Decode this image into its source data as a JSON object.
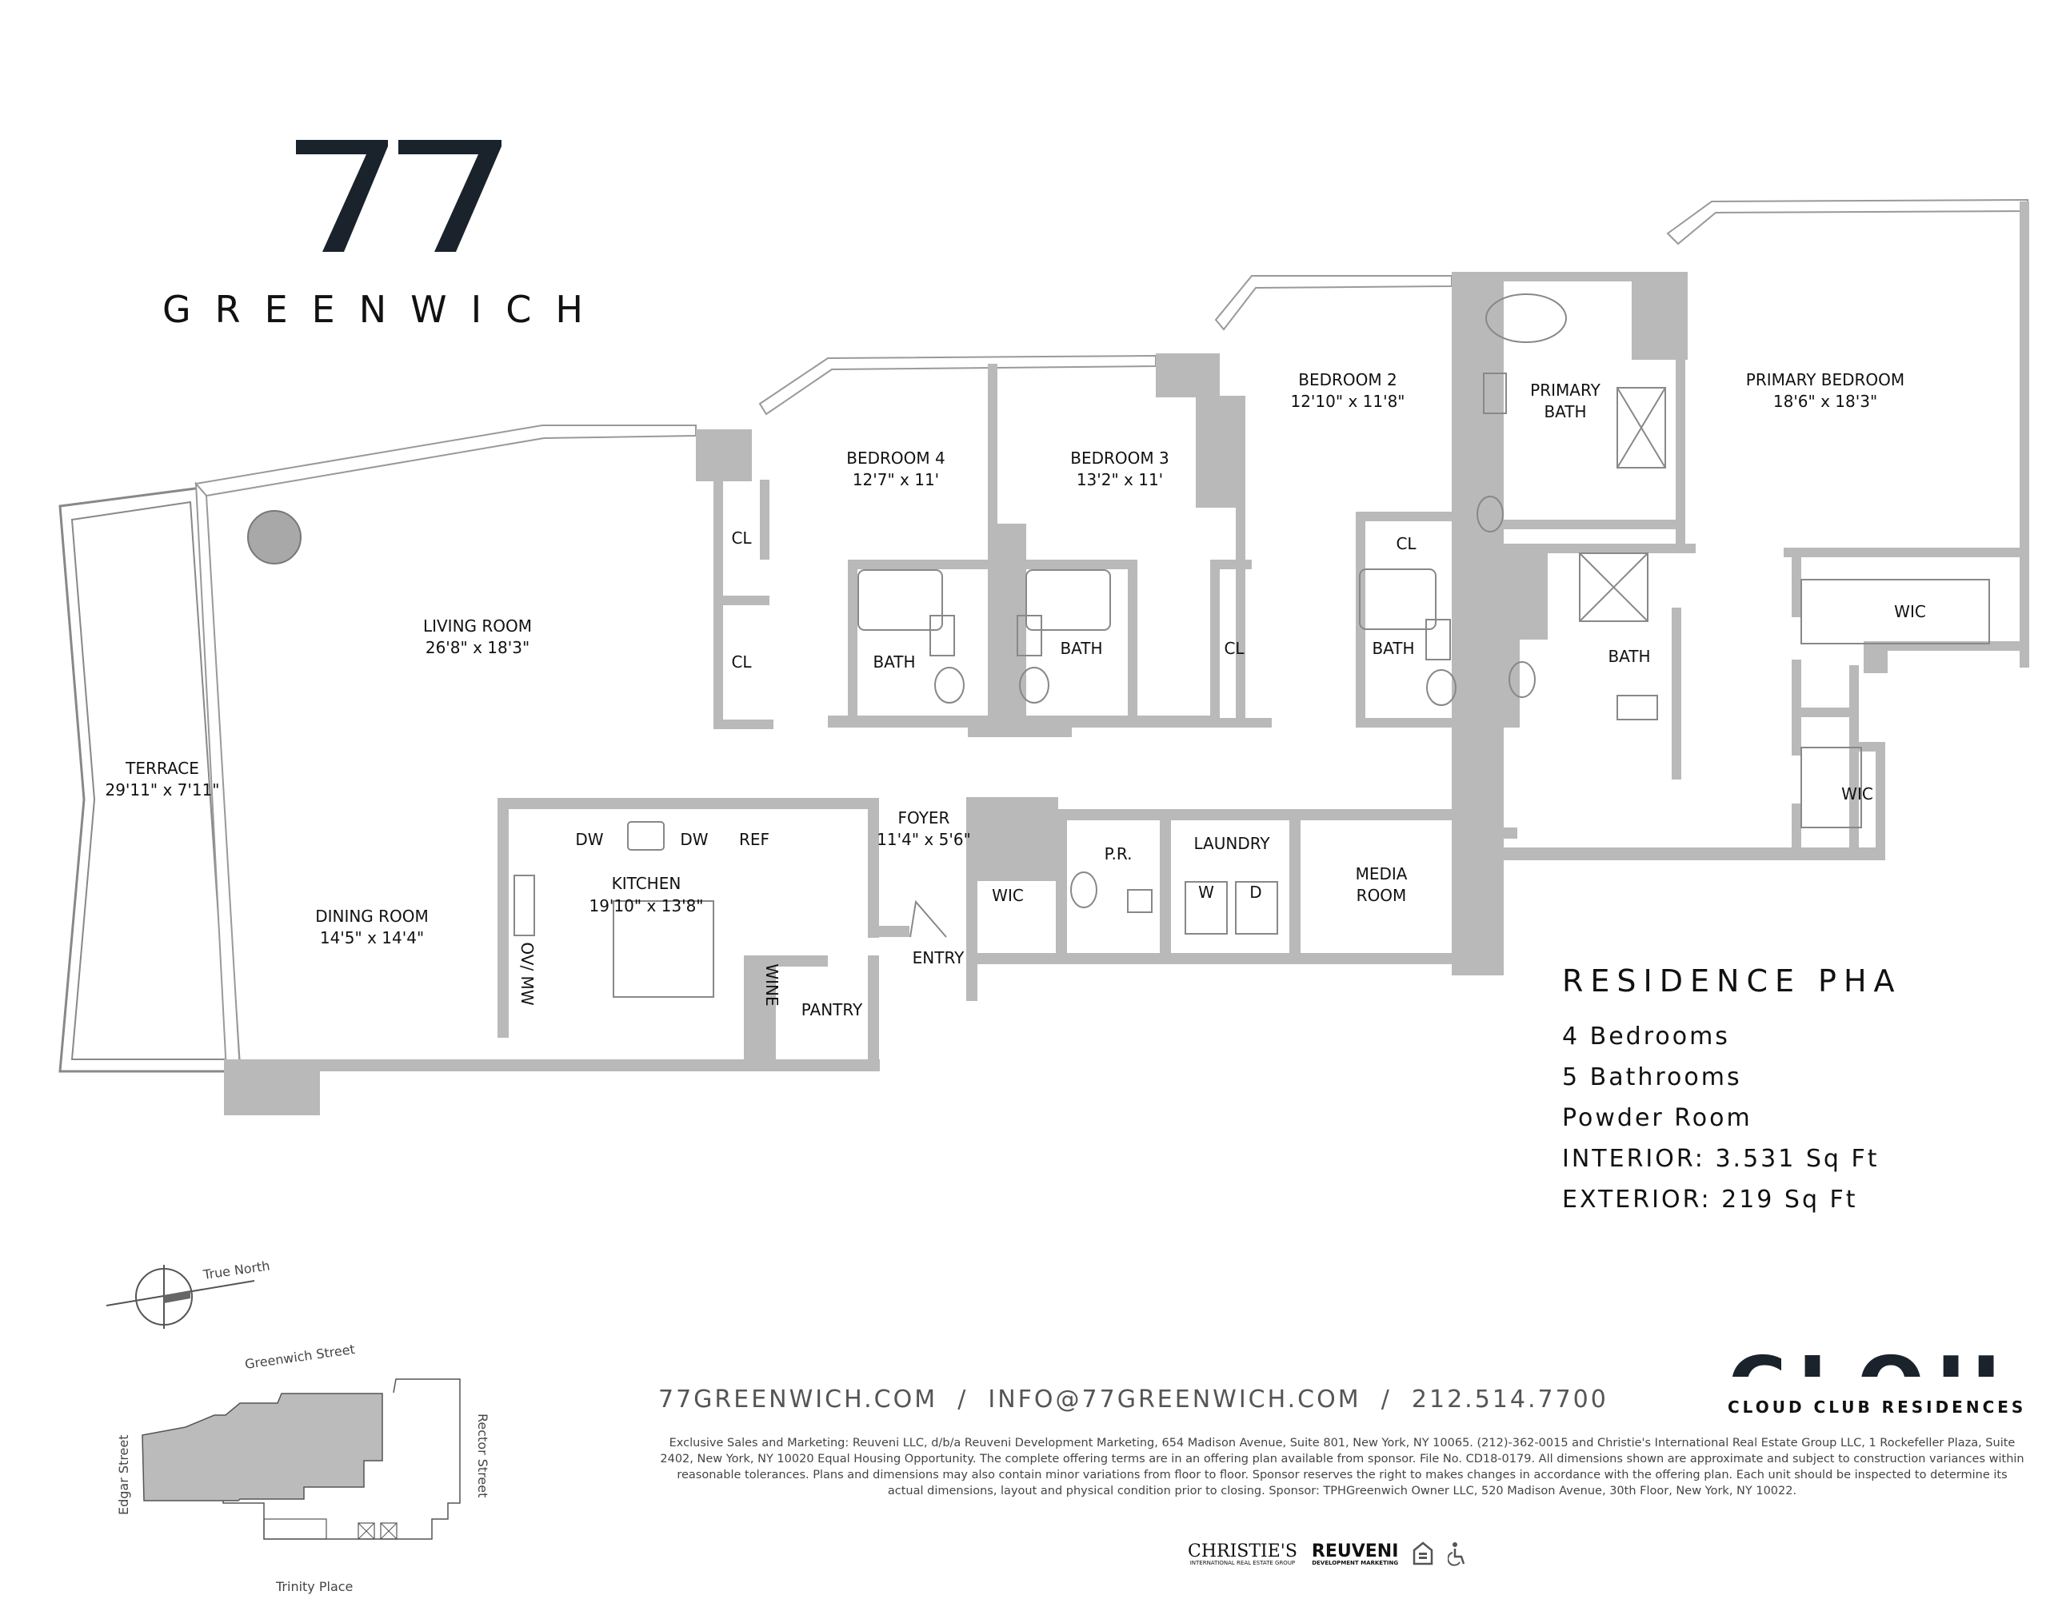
{
  "brand": {
    "logo_number": "77",
    "logo_word": "GREENWICH"
  },
  "colors": {
    "wall": "#b9b9b9",
    "ink": "#111111",
    "column": "#a8a8a8"
  },
  "rooms": {
    "terrace": {
      "name": "TERRACE",
      "dims": "29'11\" x 7'11\""
    },
    "living_room": {
      "name": "LIVING ROOM",
      "dims": "26'8\" x 18'3\""
    },
    "dining_room": {
      "name": "DINING ROOM",
      "dims": "14'5\" x 14'4\""
    },
    "kitchen": {
      "name": "KITCHEN",
      "dims": "19'10\" x 13'8\""
    },
    "foyer": {
      "name": "FOYER",
      "dims": "11'4\" x 5'6\""
    },
    "entry": {
      "name": "ENTRY"
    },
    "pantry": {
      "name": "PANTRY"
    },
    "bedroom4": {
      "name": "BEDROOM 4",
      "dims": "12'7\" x 11'"
    },
    "bedroom3": {
      "name": "BEDROOM 3",
      "dims": "13'2\" x 11'"
    },
    "bedroom2": {
      "name": "BEDROOM 2",
      "dims": "12'10\" x 11'8\""
    },
    "primary_bedroom": {
      "name": "PRIMARY BEDROOM",
      "dims": "18'6\" x 18'3\""
    },
    "primary_bath": {
      "name1": "PRIMARY",
      "name2": "BATH"
    },
    "bath_b4": {
      "name": "BATH"
    },
    "bath_b3": {
      "name": "BATH"
    },
    "bath_b2": {
      "name": "BATH"
    },
    "bath_5": {
      "name": "BATH"
    },
    "cl1": {
      "name": "CL"
    },
    "cl2": {
      "name": "CL"
    },
    "cl3": {
      "name": "CL"
    },
    "cl4": {
      "name": "CL"
    },
    "wic_entry": {
      "name": "WIC"
    },
    "wic1": {
      "name": "WIC"
    },
    "wic2": {
      "name": "WIC"
    },
    "powder_room": {
      "name": "P.R."
    },
    "laundry": {
      "name": "LAUNDRY",
      "washer": "W",
      "dryer": "D"
    },
    "media_room": {
      "name1": "MEDIA",
      "name2": "ROOM"
    }
  },
  "appliances": {
    "dw1": "DW",
    "dw2": "DW",
    "ref": "REF",
    "ov_mw": "OV/ MW",
    "wine": "WINE"
  },
  "residence": {
    "title": "RESIDENCE PHA",
    "bedrooms": "4 Bedrooms",
    "bathrooms": "5 Bathrooms",
    "powder": "Powder Room",
    "interior": "INTERIOR: 3.531 Sq Ft",
    "exterior": "EXTERIOR: 219 Sq Ft"
  },
  "key_plan": {
    "north_label": "True North",
    "street_top": "Greenwich Street",
    "street_left": "Edgar Street",
    "street_right": "Rector Street",
    "street_bottom": "Trinity Place"
  },
  "contact": {
    "website": "77GREENWICH.COM",
    "separator": "/",
    "email": "INFO@77GREENWICH.COM",
    "phone": "212.514.7700"
  },
  "cloud_club": {
    "logo_word": "CLOUD",
    "tagline": "CLOUD CLUB RESIDENCES"
  },
  "disclaimer": "Exclusive Sales and Marketing: Reuveni LLC, d/b/a Reuveni Development Marketing, 654 Madison Avenue, Suite 801, New York, NY 10065. (212)-362-0015 and Christie's International Real Estate Group LLC, 1 Rockefeller Plaza, Suite 2402, New York, NY 10020 Equal Housing Opportunity. The complete offering terms are in an offering plan available from sponsor. File No. CD18-0179. All dimensions shown are approximate and subject to construction variances within reasonable tolerances. Plans and dimensions may also contain minor variations from floor to floor. Sponsor reserves the right to makes changes in accordance with the offering plan. Each unit should be inspected to determine its actual dimensions, layout and physical condition prior to closing. Sponsor: TPHGreenwich Owner LLC, 520 Madison Avenue, 30th Floor, New York, NY 10022.",
  "sponsors": {
    "christies": "CHRISTIE'S",
    "christies_sub": "INTERNATIONAL REAL ESTATE GROUP",
    "reuveni": "REUVENI",
    "reuveni_sub": "DEVELOPMENT MARKETING"
  }
}
